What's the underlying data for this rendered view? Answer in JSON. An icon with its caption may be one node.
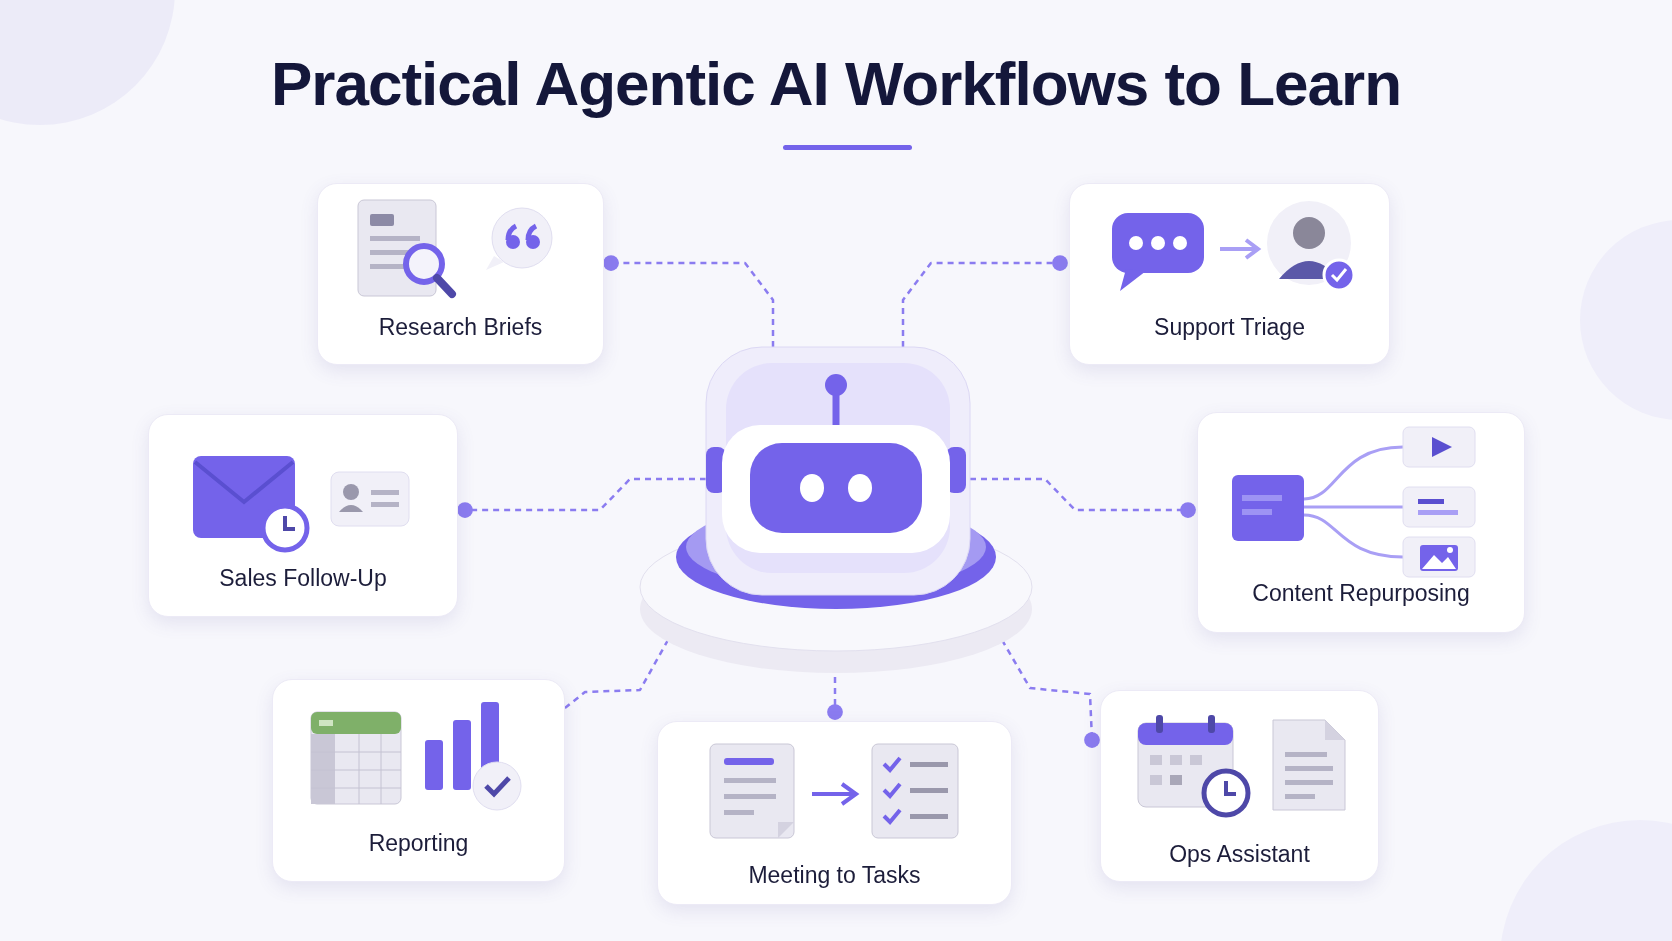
{
  "diagram": {
    "title": "Practical Agentic AI Workflows to Learn",
    "nodes": [
      {
        "text": [
          "Research Briefs"
        ]
      },
      {
        "text": [
          "Support Triage"
        ]
      },
      {
        "text": [],
        "shape": "picture"
      },
      {
        "text": [
          "Sales Follow-Up"
        ]
      },
      {
        "text": [
          "Content Repurposing"
        ]
      },
      {
        "text": [
          "Reporting"
        ]
      },
      {
        "text": [
          "Meeting to Tasks"
        ]
      },
      {
        "text": [
          "Ops Assistant"
        ]
      }
    ],
    "edges": [
      {
        "from": 2,
        "to": 0,
        "arrow": "other",
        "style": "dashed"
      },
      {
        "from": 2,
        "to": 1,
        "arrow": "other",
        "style": "dashed"
      },
      {
        "from": 2,
        "to": 3,
        "arrow": "other",
        "style": "dashed"
      },
      {
        "from": 2,
        "to": 4,
        "arrow": "other",
        "style": "dashed"
      },
      {
        "from": 2,
        "to": 5,
        "arrow": "other",
        "style": "dashed"
      },
      {
        "from": 2,
        "to": 6,
        "arrow": "other",
        "style": "dashed"
      },
      {
        "from": 2,
        "to": 7,
        "arrow": "other",
        "style": "dashed"
      }
    ]
  }
}
